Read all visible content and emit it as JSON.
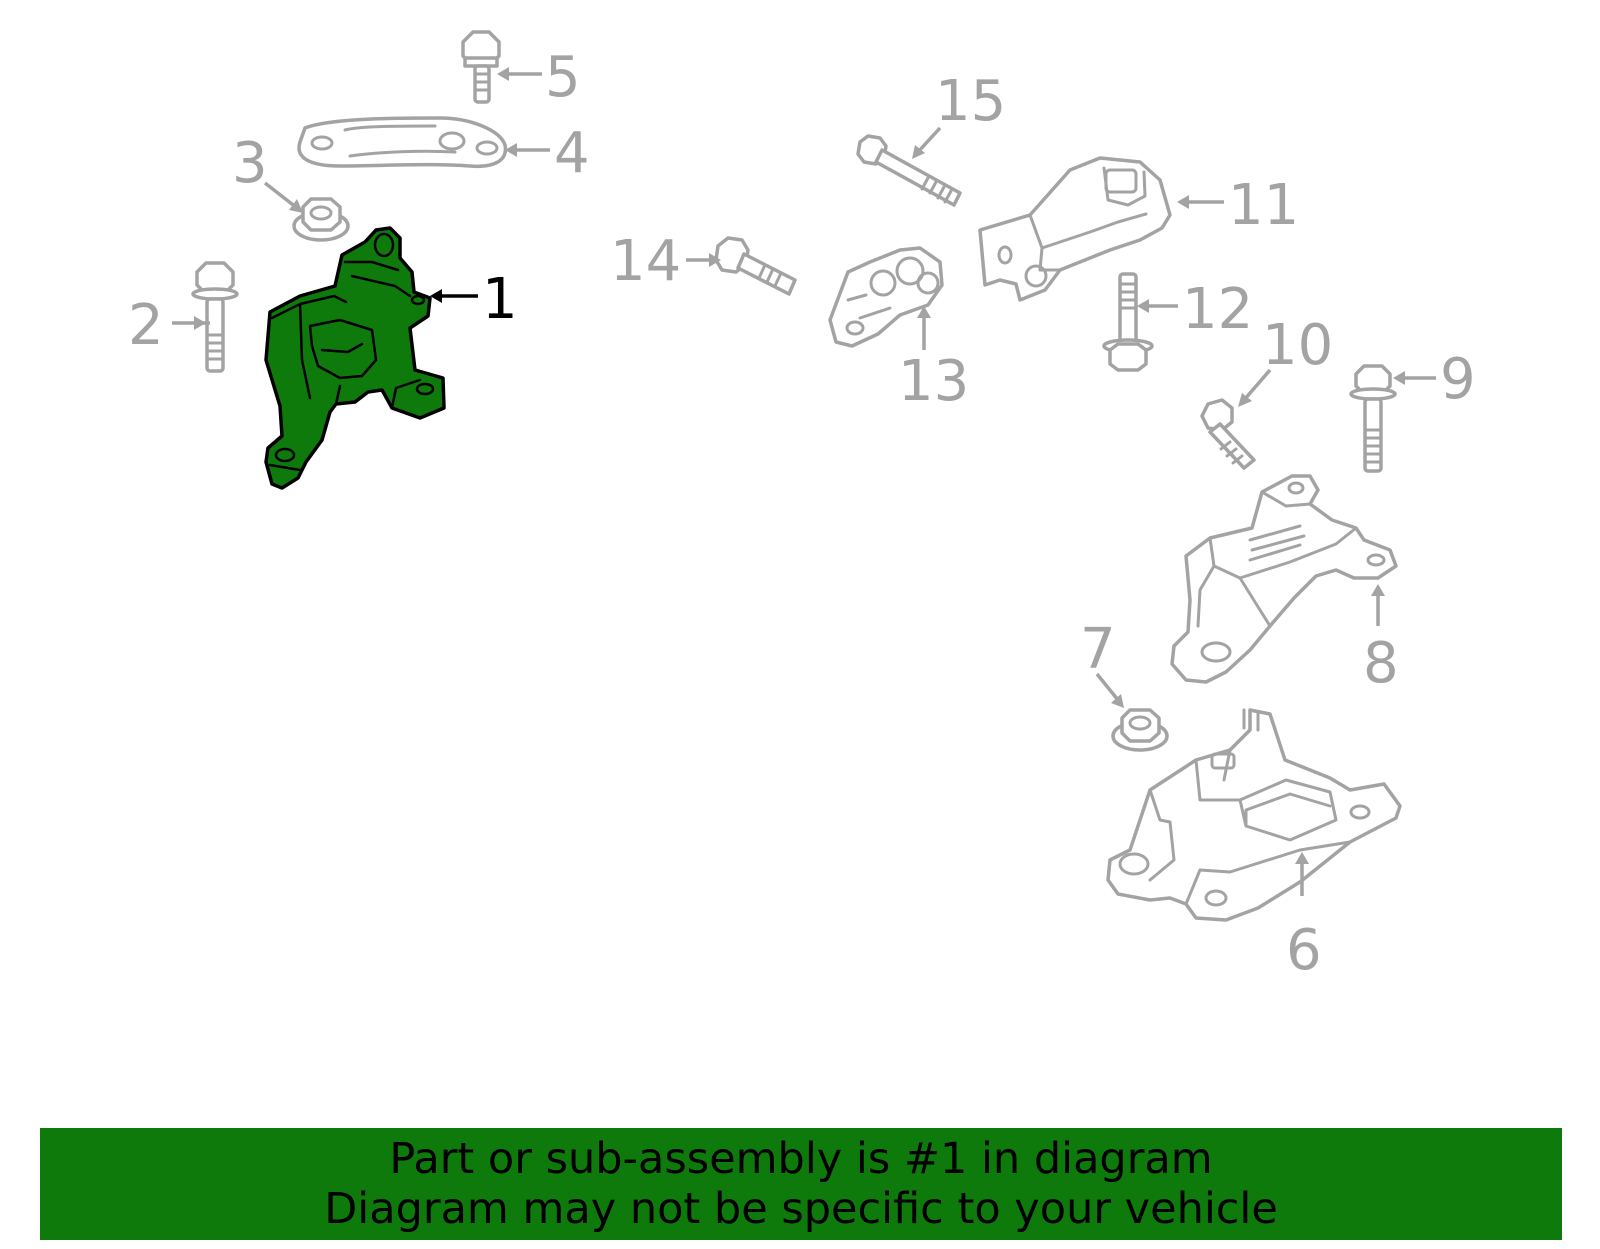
{
  "callouts": {
    "c1": "1",
    "c2": "2",
    "c3": "3",
    "c4": "4",
    "c5": "5",
    "c6": "6",
    "c7": "7",
    "c8": "8",
    "c9": "9",
    "c10": "10",
    "c11": "11",
    "c12": "12",
    "c13": "13",
    "c14": "14",
    "c15": "15"
  },
  "highlighted_part": "1",
  "colors": {
    "highlight": "#0f7a0c",
    "part_outline": "#a3a3a3",
    "banner_bg": "#0f7a0c"
  },
  "banner": {
    "line1": "Part or sub-assembly is #1 in diagram",
    "line2": "Diagram may not be specific to your vehicle"
  }
}
